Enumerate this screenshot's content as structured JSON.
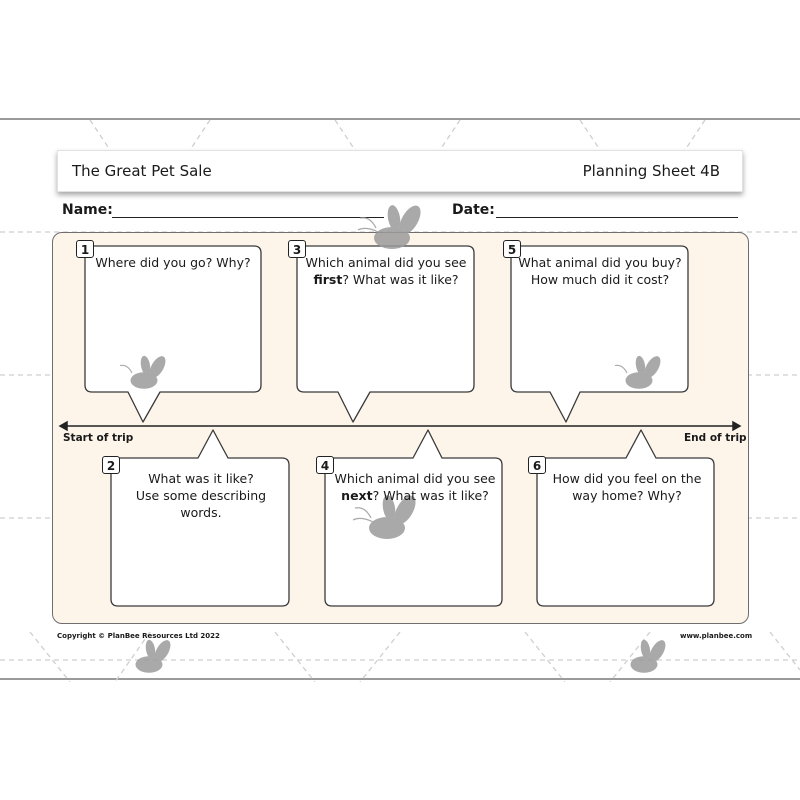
{
  "header": {
    "title": "The Great Pet Sale",
    "sheet_label": "Planning Sheet 4B"
  },
  "fields": {
    "name_label": "Name:",
    "date_label": "Date:"
  },
  "timeline": {
    "start_label": "Start of trip",
    "end_label": "End of trip"
  },
  "boxes": [
    {
      "number": "1",
      "line1": "Where did you go? Why?",
      "line2": ""
    },
    {
      "number": "2",
      "line1": "What was it like?",
      "line2": "Use some describing words."
    },
    {
      "number": "3",
      "line1_pre": "Which animal did you see",
      "bold": "first",
      "line2_post": "? What was it like?"
    },
    {
      "number": "4",
      "line1_pre": "Which animal did you see",
      "bold": "next",
      "line2_post": "? What was it like?"
    },
    {
      "number": "5",
      "line1": "What animal did you buy?",
      "line2": "How much did it cost?"
    },
    {
      "number": "6",
      "line1": "How did you feel on the",
      "line2": "way home? Why?"
    }
  ],
  "footer": {
    "copyright": "Copyright © PlanBee Resources Ltd 2022",
    "website": "www.planbee.com"
  },
  "colors": {
    "panel_fill": "#fdf4ea",
    "outline": "#3a3a3a",
    "watermark": "#a0a0a0"
  },
  "icons": [
    "bee-watermark-icon"
  ]
}
